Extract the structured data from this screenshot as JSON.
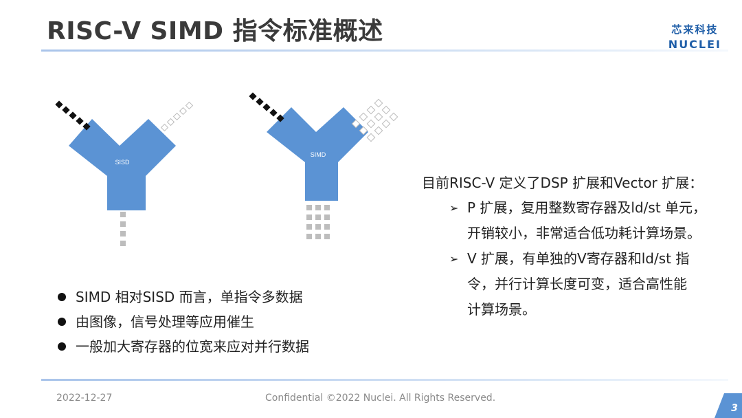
{
  "slide": {
    "title": "RISC-V SIMD 指令标准概述",
    "page_number": "3"
  },
  "logo": {
    "cn": "芯来科技",
    "en": "NUCLEI"
  },
  "diagram": {
    "sisd_label": "SISD",
    "simd_label": "SIMD"
  },
  "bullets": [
    "SIMD 相对SISD 而言，单指令多数据",
    "由图像，信号处理等应用催生",
    "一般加大寄存器的位宽来应对并行数据"
  ],
  "right": {
    "intro": "目前RISC-V 定义了DSP 扩展和Vector 扩展：",
    "items": [
      {
        "lines": [
          "P 扩展，复用整数寄存器及ld/st 单元，",
          "开销较小，非常适合低功耗计算场景。"
        ]
      },
      {
        "lines": [
          "V 扩展，有单独的V寄存器和ld/st 指",
          "令，并行计算长度可变，适合高性能",
          "计算场景。"
        ]
      }
    ]
  },
  "footer": {
    "date": "2022-12-27",
    "confidential": "Confidential ©2022 Nuclei. All Rights Reserved."
  },
  "colors": {
    "accent": "#5b93d4",
    "brand": "#1f5ea8"
  }
}
